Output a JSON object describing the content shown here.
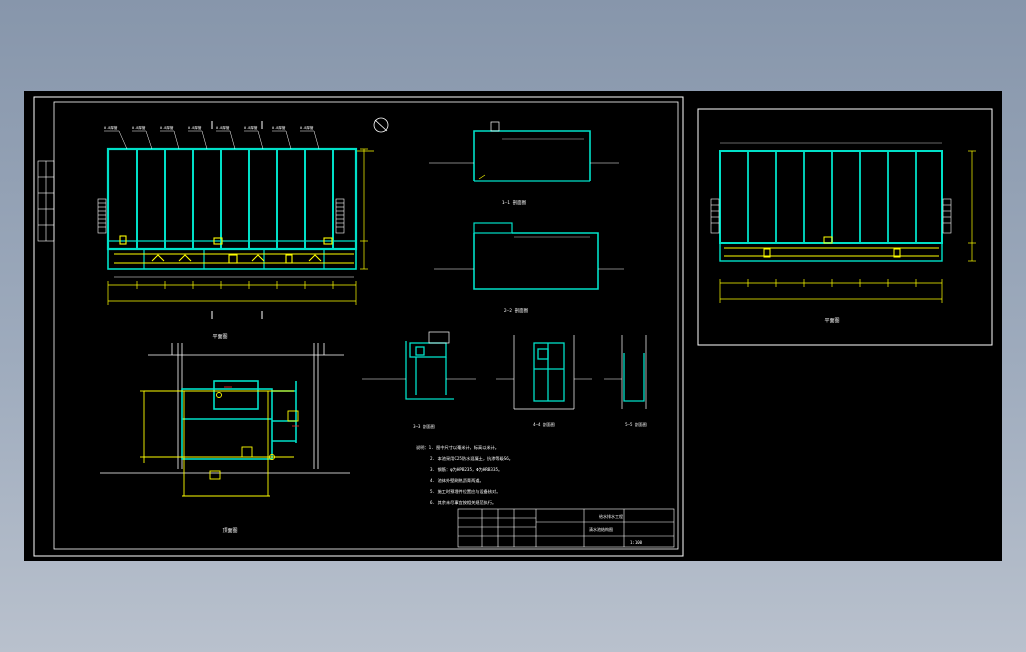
{
  "colors": {
    "background_gradient_top": "#8796ab",
    "background_gradient_bottom": "#b9c1cd",
    "viewport": "#000000",
    "border": "#ffffff",
    "wall": "#00e0c8",
    "dimension": "#ffff00",
    "detail": "#ff2a2a",
    "text": "#ffffff"
  },
  "sheet_left": {
    "plan_title": "平面图",
    "secondary_plan_title": "顶面图",
    "section_titles": [
      "1—1 剖面图",
      "2—2 剖面图"
    ],
    "detail_titles": [
      "3—3 剖面图",
      "4—4 剖面图",
      "5—5 剖面图"
    ],
    "notes": [
      "说明：1. 图中尺寸以毫米计，标高以米计。",
      "2. 本池采用C25防水混凝土，抗渗等级S6。",
      "3. 钢筋：φ为HPB235，Φ为HRB335。",
      "4. 池体外壁刷热沥青两道。",
      "5. 施工时预埋件位置应与设备核对。",
      "6. 其余未尽事宜按相关规范执行。"
    ],
    "title_block": {
      "project": "给水排水工程",
      "drawing": "清水池结构图",
      "scale": "1:100"
    }
  },
  "sheet_right": {
    "plan_title": "平面图"
  }
}
